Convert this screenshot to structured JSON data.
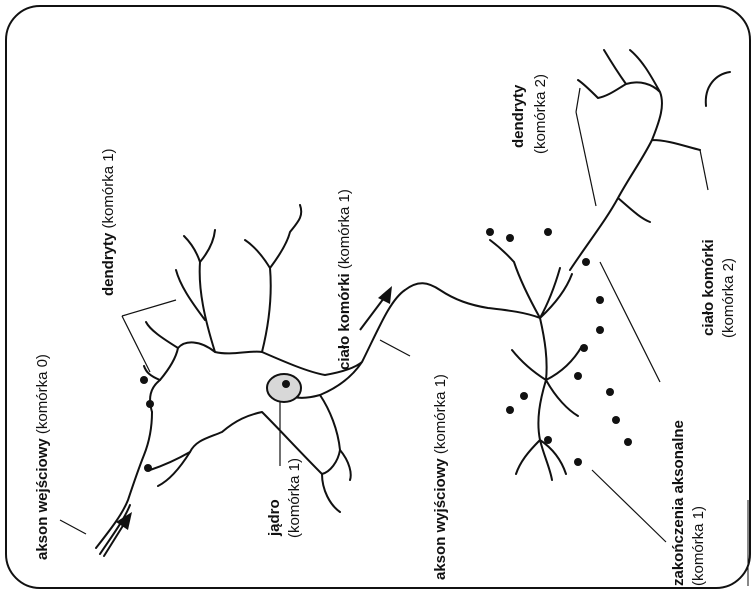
{
  "labels": {
    "akson_wejsciowy": {
      "name": "akson wejściowy",
      "note": "(komórka 0)"
    },
    "dendryty_1": {
      "name": "dendryty",
      "note": "(komórka 1)"
    },
    "jadro": {
      "name": "jądro",
      "note": "(komórka 1)"
    },
    "cialo_1": {
      "name": "ciało komórki",
      "note": "(komórka 1)"
    },
    "akson_wyjsciowy": {
      "name": "akson wyjściowy",
      "note": "(komórka 1)"
    },
    "zakonczenia": {
      "name": "zakończenia aksonalne",
      "note": "(komórka 1)"
    },
    "dendryty_2": {
      "name": "dendryty",
      "note": "(komórka 2)"
    },
    "cialo_2": {
      "name": "ciało komórki",
      "note": "(komórka 2)"
    }
  }
}
